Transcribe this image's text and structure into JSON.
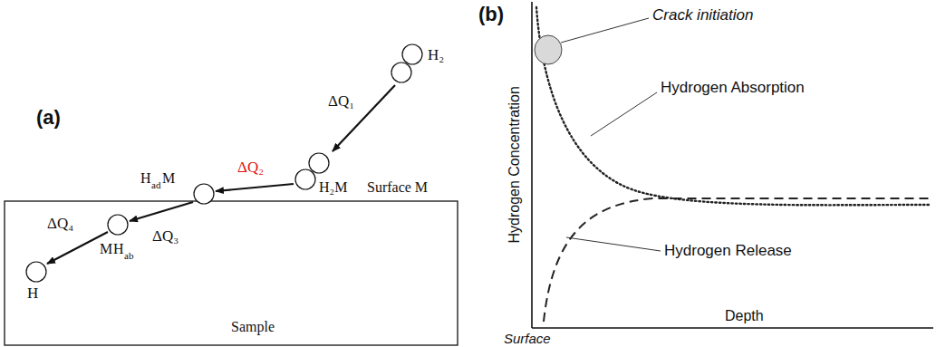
{
  "diagram": {
    "labels": [
      "(a)",
      "H₂",
      "ΔQ₁",
      "H₂M",
      "Surface M",
      "ΔQ₂",
      "H",
      "ad",
      "M",
      "ΔQ₃",
      "M",
      "H",
      "ab",
      "ΔQ₄",
      "H",
      "Sample",
      "(b)",
      "Hydrogen Concentration",
      "Crack initiation",
      "Hydrogen Absorption",
      "Hydrogen Release",
      "Surface",
      "Depth"
    ]
  }
}
